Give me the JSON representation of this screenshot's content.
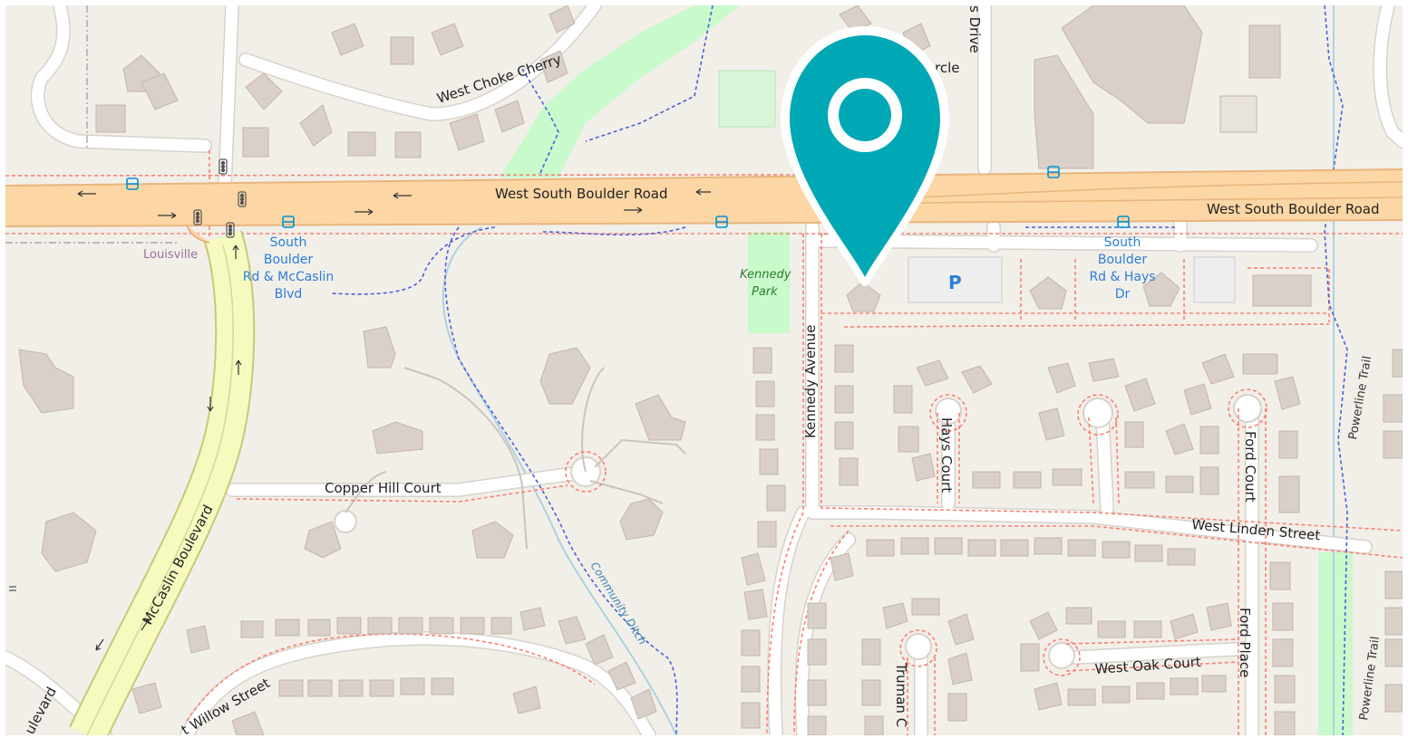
{
  "map": {
    "roads": {
      "west_south_boulder_road": "West South Boulder Road",
      "west_choke_cherry": "West Choke Cherry",
      "copper_hill_court": "Copper Hill Court",
      "mccaslin_boulevard": "McCaslin Boulevard",
      "ulevard_fragment": "ulevard",
      "kennedy_avenue": "Kennedy Avenue",
      "hays_court": "Hays Court",
      "ford_court": "Ford Court",
      "west_linden_street": "West Linden Street",
      "west_oak_court": "West Oak Court",
      "ford_place": "Ford Place",
      "truman_fragment": "Truman C",
      "west_willow_fragment": "t Willow Street",
      "hays_drive_fragment": "s Drive",
      "circle_fragment": "rcle"
    },
    "trails": {
      "powerline_trail": "Powerline Trail",
      "community_ditch": "Community Ditch"
    },
    "places": {
      "louisville": "Louisville",
      "kennedy_park_1": "Kennedy",
      "kennedy_park_2": "Park",
      "parking": "P"
    },
    "bus_stops": {
      "mccaslin": [
        "South",
        "Boulder",
        "Rd & McCaslin",
        "Blvd"
      ],
      "hays": [
        "South",
        "Boulder",
        "Rd & Hays",
        "Dr"
      ]
    },
    "colors": {
      "background": "#f2efe9",
      "building": "#d9d0c9",
      "major_road": "#fcd6a4",
      "major_road_casing": "#e8b57e",
      "trunk_road": "#f7fabf",
      "trunk_casing": "#c9c77a",
      "minor_road": "#ffffff",
      "minor_casing": "#d7d2cb",
      "park": "#c8facc",
      "footway": "#fa8072",
      "path": "#4e5fd9",
      "water": "#aad3df",
      "transit": "#0092da",
      "marker": "#00a8b5"
    },
    "marker_icon": "location-pin-icon"
  }
}
